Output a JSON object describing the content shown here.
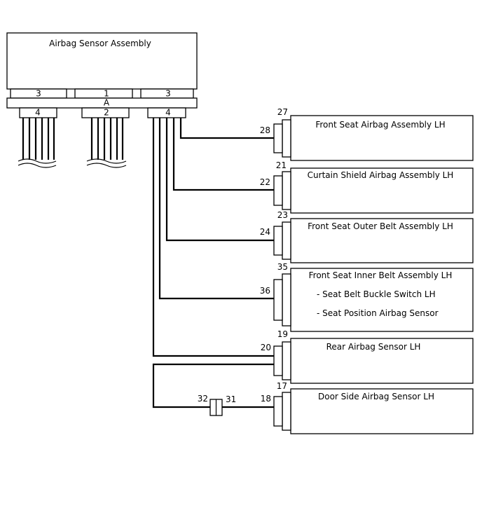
{
  "ecu": {
    "title": "Airbag Sensor Assembly",
    "connector_letter": "A",
    "top_pins": [
      "3",
      "1",
      "3"
    ],
    "bottom_pins": [
      "4",
      "2",
      "4"
    ]
  },
  "components": [
    {
      "label": "Front Seat Airbag Assembly LH",
      "pin_top": "27",
      "pin_wire": "28",
      "sub_lines": []
    },
    {
      "label": "Curtain Shield Airbag Assembly LH",
      "pin_top": "21",
      "pin_wire": "22",
      "sub_lines": []
    },
    {
      "label": "Front Seat Outer Belt Assembly LH",
      "pin_top": "23",
      "pin_wire": "24",
      "sub_lines": []
    },
    {
      "label": "Front Seat Inner Belt Assembly LH",
      "pin_top": "35",
      "pin_wire": "36",
      "sub_lines": [
        "- Seat Belt Buckle Switch LH",
        "- Seat Position Airbag Sensor"
      ]
    },
    {
      "label": "Rear Airbag Sensor LH",
      "pin_top": "19",
      "pin_wire": "20",
      "sub_lines": []
    },
    {
      "label": "Door Side Airbag Sensor LH",
      "pin_top": "17",
      "pin_wire": "18",
      "sub_lines": []
    }
  ],
  "splice": {
    "left_pin": "32",
    "right_pin": "31"
  }
}
